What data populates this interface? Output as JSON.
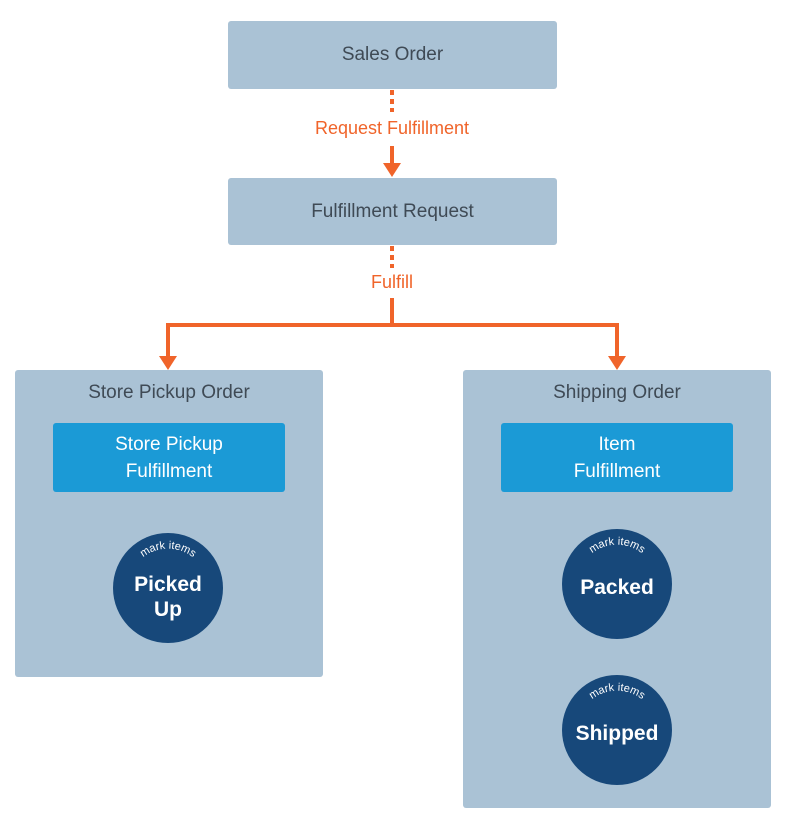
{
  "nodes": {
    "sales_order": "Sales Order",
    "fulfillment_request": "Fulfillment Request"
  },
  "edges": {
    "request_fulfillment": "Request Fulfillment",
    "fulfill": "Fulfill"
  },
  "store_pickup": {
    "title": "Store Pickup Order",
    "fulfillment_line1": "Store Pickup",
    "fulfillment_line2": "Fulfillment",
    "status_caption": "mark items",
    "status_line1": "Picked",
    "status_line2": "Up"
  },
  "shipping": {
    "title": "Shipping Order",
    "fulfillment_line1": "Item",
    "fulfillment_line2": "Fulfillment",
    "packed_caption": "mark items",
    "packed": "Packed",
    "shipped_caption": "mark items",
    "shipped": "Shipped"
  },
  "colors": {
    "node_fill": "#aac2d5",
    "fulfillment_fill": "#1b9ad6",
    "status_fill": "#17487a",
    "arrow": "#f0642a"
  }
}
